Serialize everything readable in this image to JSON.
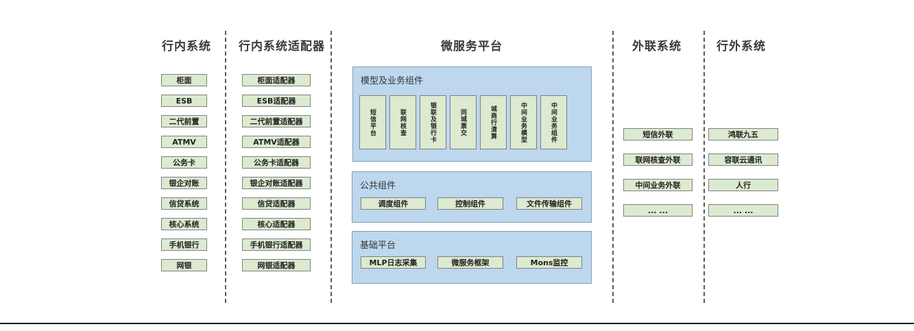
{
  "colors": {
    "green_fill": "#dcead0",
    "green_border": "#7f7f7f",
    "blue_fill": "#bdd7ee",
    "blue_border": "#8a9cb0",
    "header_text": "#3a3a3a",
    "label_text": "#333333",
    "box_text": "#1f1f1f",
    "divider": "#595959",
    "bottom_line": "#1a1a1a"
  },
  "columns": {
    "internal": {
      "title": "行内系统",
      "items": [
        "柜面",
        "ESB",
        "二代前置",
        "ATMV",
        "公务卡",
        "银企对账",
        "信贷系统",
        "核心系统",
        "手机银行",
        "网银"
      ]
    },
    "adapters": {
      "title": "行内系统适配器",
      "items": [
        "柜面适配器",
        "ESB适配器",
        "二代前置适配器",
        "ATMV适配器",
        "公务卡适配器",
        "银企对账适配器",
        "信贷适配器",
        "核心适配器",
        "手机银行适配器",
        "网银适配器"
      ]
    },
    "platform": {
      "title": "微服务平台",
      "groups": [
        {
          "label": "模型及业务组件",
          "items": [
            "短信平台",
            "联网核查",
            "银联及银行卡",
            "同城票交",
            "城商行清算",
            "中间业务模型",
            "中间业务组件"
          ]
        },
        {
          "label": "公共组件",
          "items": [
            "调度组件",
            "控制组件",
            "文件传输组件"
          ]
        },
        {
          "label": "基础平台",
          "items": [
            "MLP日志采集",
            "微服务框架",
            "Mons监控"
          ]
        }
      ]
    },
    "outreach": {
      "title": "外联系统",
      "items": [
        "短信外联",
        "联网核查外联",
        "中间业务外联",
        "... ..."
      ]
    },
    "external": {
      "title": "行外系统",
      "items": [
        "鸿联九五",
        "容联云通讯",
        "人行",
        "... ..."
      ]
    }
  }
}
